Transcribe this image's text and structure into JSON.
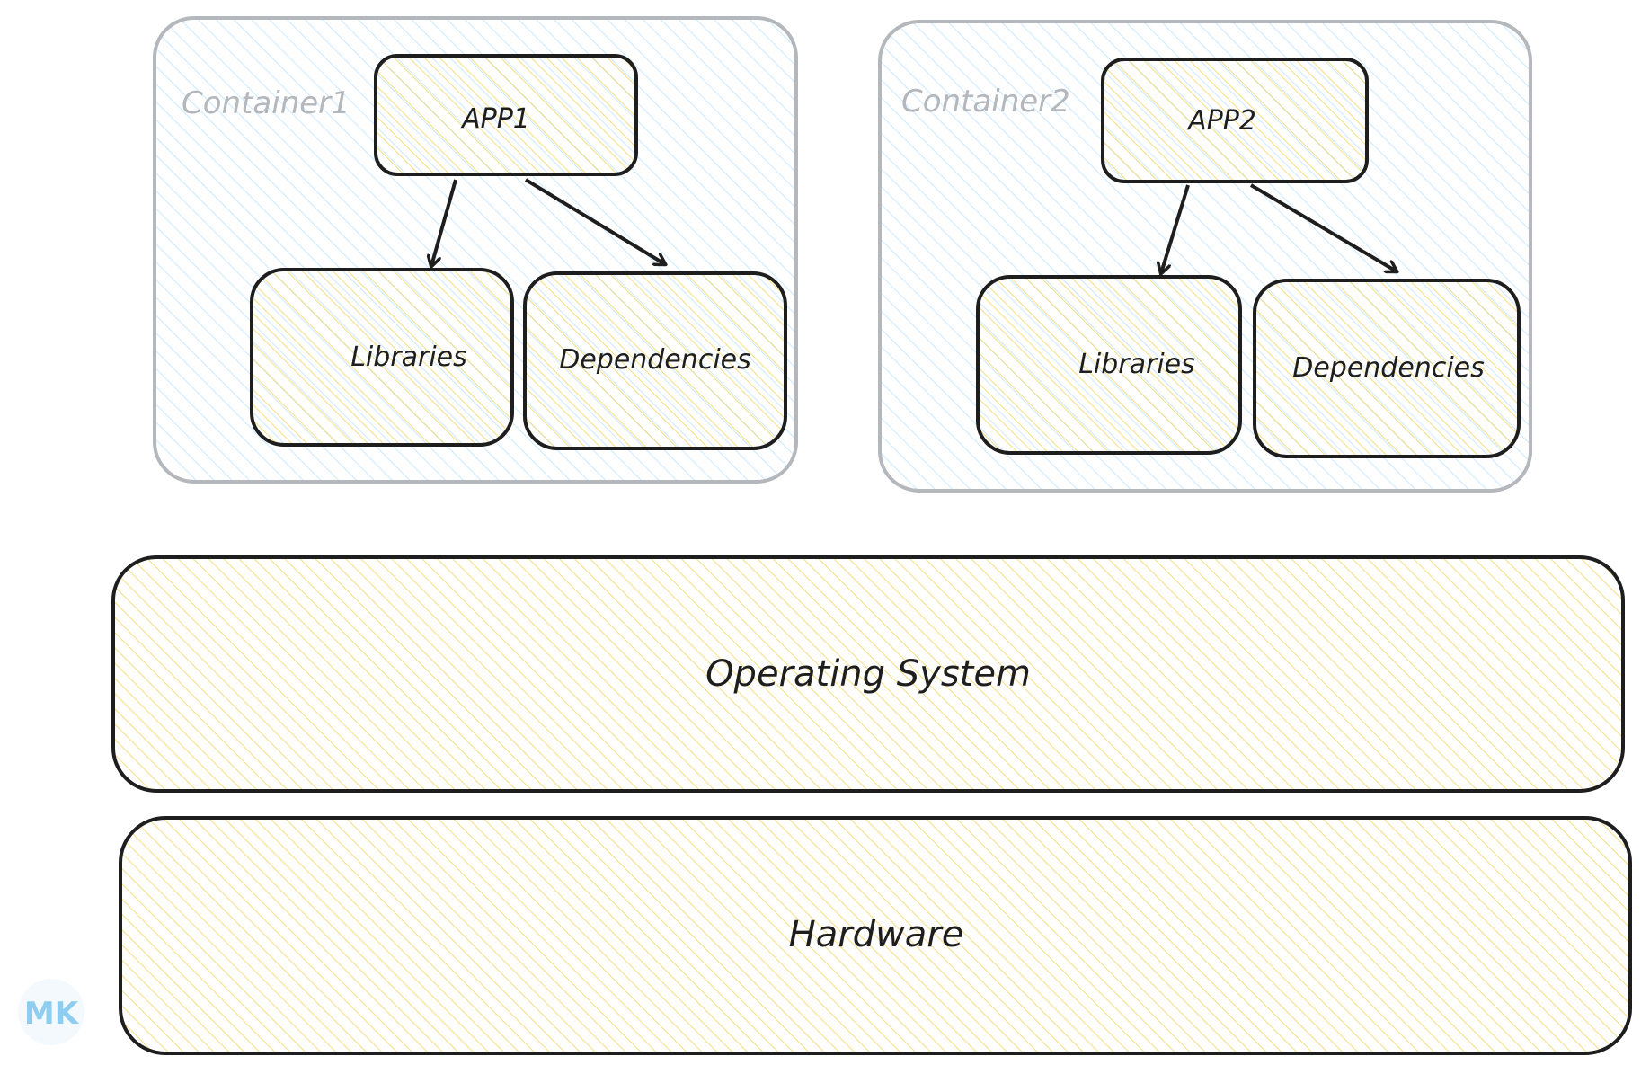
{
  "colors": {
    "container_stroke": "#b4b7bb",
    "container_hatch": "#a5d8ff",
    "box_stroke": "#1e1e1e",
    "box_hatch": "#ffec99",
    "text": "#1e1e1e",
    "container_label": "#b4b7bb",
    "logo": "#8ecdf0"
  },
  "containers": [
    {
      "label": "Container1",
      "app": "APP1",
      "libraries": "Libraries",
      "dependencies": "Dependencies"
    },
    {
      "label": "Container2",
      "app": "APP2",
      "libraries": "Libraries",
      "dependencies": "Dependencies"
    }
  ],
  "layers": {
    "operating_system": "Operating System",
    "hardware": "Hardware"
  },
  "logo": {
    "text": "MK",
    "icon": "mk-logo-icon"
  }
}
